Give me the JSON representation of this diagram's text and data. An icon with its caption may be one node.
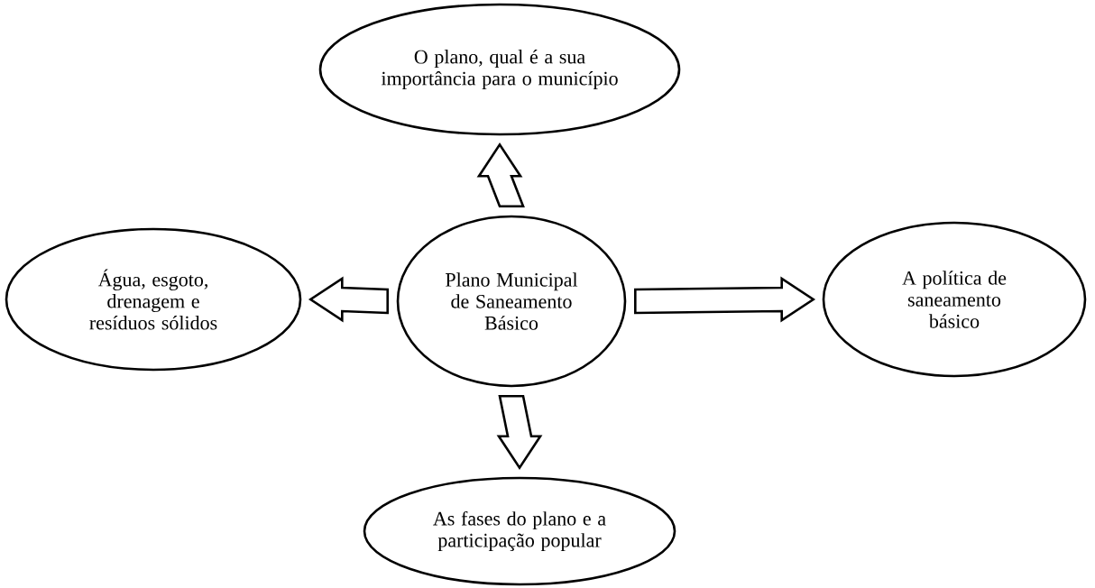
{
  "diagram": {
    "nodes": [
      {
        "text": [
          "O plano, qual é a sua importância para o município"
        ]
      },
      {
        "text": [
          "Água, esgoto, drenagem e resíduos sólidos"
        ]
      },
      {
        "text": [
          "Plano Municipal de Saneamento Básico"
        ]
      },
      {
        "text": [
          "A política de saneamento básico"
        ]
      },
      {
        "text": [
          "As fases do plano e a participação popular"
        ]
      }
    ],
    "edges": [
      {
        "from": 2,
        "to": 0,
        "arrow": "to"
      },
      {
        "from": 2,
        "to": 1,
        "arrow": "to"
      },
      {
        "from": 2,
        "to": 3,
        "arrow": "to"
      },
      {
        "from": 2,
        "to": 4,
        "arrow": "to"
      }
    ]
  }
}
